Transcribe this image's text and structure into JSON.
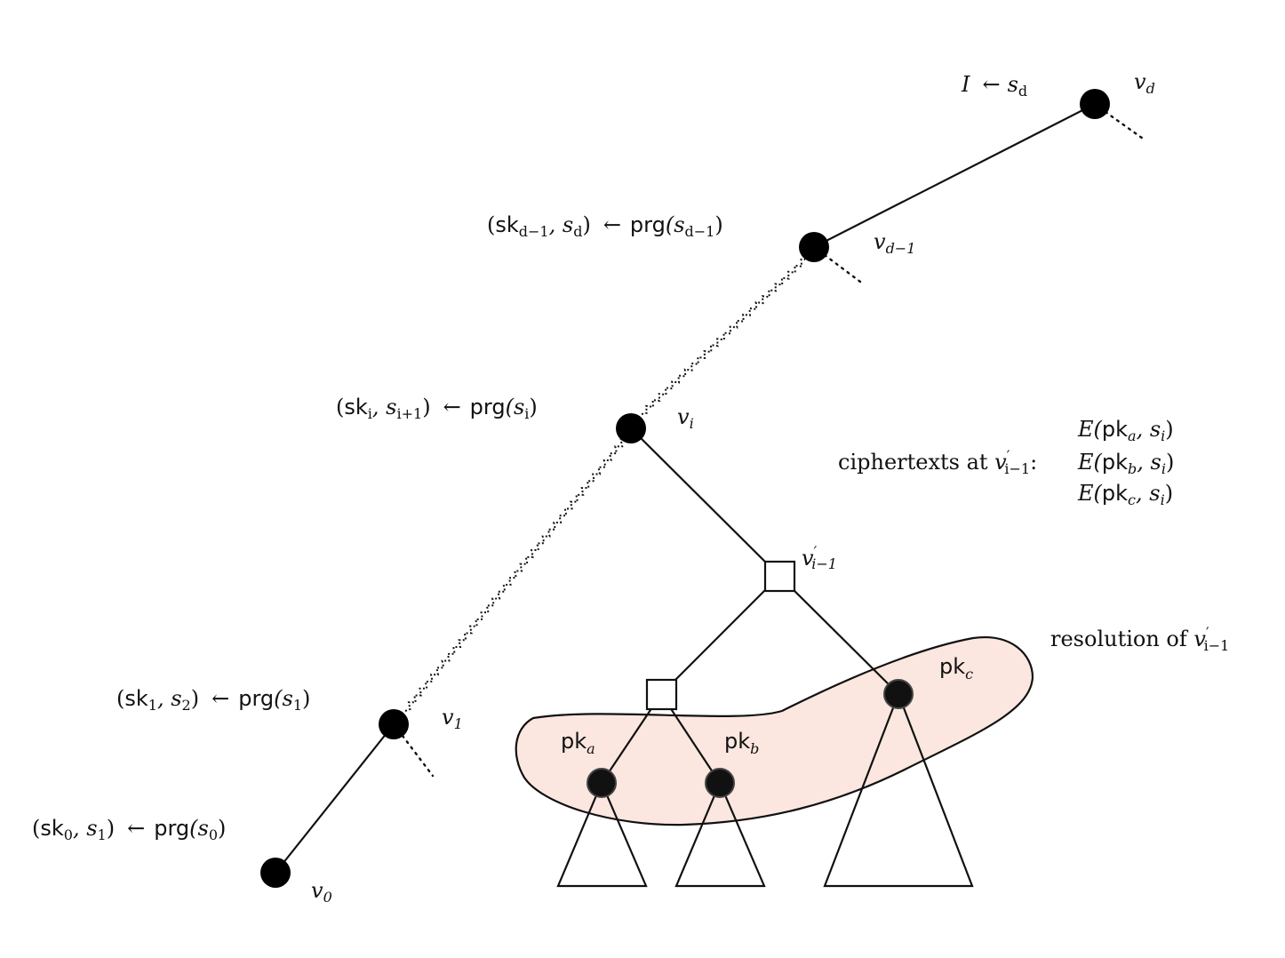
{
  "nodes": {
    "v0": "v",
    "v0_sub": "0",
    "v1": "v",
    "v1_sub": "1",
    "vi": "v",
    "vi_sub": "i",
    "vd1": "v",
    "vd1_sub": "d−1",
    "vd": "v",
    "vd_sub": "d",
    "vprime": "v",
    "vprime_sup": "′",
    "vprime_sub": "i−1"
  },
  "equations": {
    "eq0": {
      "lp": "(",
      "sk": "sk",
      "sk_sub": "0",
      "mid": ", s",
      "s_sub": "1",
      "rp": ")",
      "arrow": "←",
      "prg": "prg",
      "arg_lp": "(s",
      "arg_sub": "0",
      "arg_rp": ")"
    },
    "eq1": {
      "lp": "(",
      "sk": "sk",
      "sk_sub": "1",
      "mid": ", s",
      "s_sub": "2",
      "rp": ")",
      "arrow": "←",
      "prg": "prg",
      "arg_lp": "(s",
      "arg_sub": "1",
      "arg_rp": ")"
    },
    "eqi": {
      "lp": "(",
      "sk": "sk",
      "sk_sub": "i",
      "mid": ", s",
      "s_sub": "i+1",
      "rp": ")",
      "arrow": "←",
      "prg": "prg",
      "arg_lp": "(s",
      "arg_sub": "i",
      "arg_rp": ")"
    },
    "eqd1": {
      "lp": "(",
      "sk": "sk",
      "sk_sub": "d−1",
      "mid": ", s",
      "s_sub": "d",
      "rp": ")",
      "arrow": "←",
      "prg": "prg",
      "arg_lp": "(s",
      "arg_sub": "d−1",
      "arg_rp": ")"
    },
    "eqd": {
      "I": "I",
      "arrow": "←",
      "s": "s",
      "s_sub": "d"
    }
  },
  "ciphertexts": {
    "label": "ciphertexts at ",
    "v": "v",
    "v_sup": "′",
    "v_sub": "i−1",
    "colon": ":",
    "items": [
      {
        "E": "E(",
        "pk": "pk",
        "pk_sub": "a",
        "rest": ", s",
        "s_sub": "i",
        "rp": ")"
      },
      {
        "E": "E(",
        "pk": "pk",
        "pk_sub": "b",
        "rest": ", s",
        "s_sub": "i",
        "rp": ")"
      },
      {
        "E": "E(",
        "pk": "pk",
        "pk_sub": "c",
        "rest": ", s",
        "s_sub": "i",
        "rp": ")"
      }
    ]
  },
  "resolution": {
    "label": "resolution of ",
    "v": "v",
    "v_sup": "′",
    "v_sub": "i−1"
  },
  "public_keys": {
    "pka": {
      "pk": "pk",
      "sub": "a"
    },
    "pkb": {
      "pk": "pk",
      "sub": "b"
    },
    "pkc": {
      "pk": "pk",
      "sub": "c"
    }
  },
  "colors": {
    "resolution_fill": "#fbe7df",
    "ink": "#111111"
  }
}
